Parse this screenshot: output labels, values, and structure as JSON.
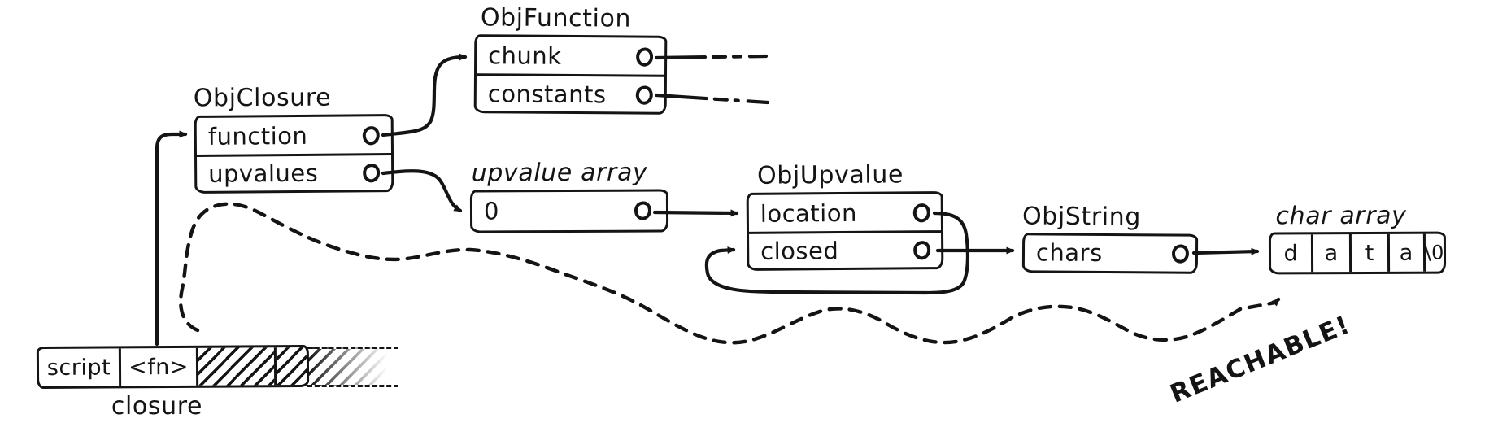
{
  "colors": {
    "ink": "#141414",
    "paper": "#ffffff"
  },
  "boxes": {
    "obj_closure": {
      "title": "ObjClosure",
      "fields": [
        "function",
        "upvalues"
      ]
    },
    "obj_function": {
      "title": "ObjFunction",
      "fields": [
        "chunk",
        "constants"
      ]
    },
    "upvalue_array": {
      "title": "upvalue array",
      "fields": [
        "0"
      ]
    },
    "obj_upvalue": {
      "title": "ObjUpvalue",
      "fields": [
        "location",
        "closed"
      ]
    },
    "obj_string": {
      "title": "ObjString",
      "fields": [
        "chars"
      ]
    },
    "char_array": {
      "title": "char array",
      "cells": [
        "d",
        "a",
        "t",
        "a",
        "\\0"
      ]
    }
  },
  "stack": {
    "cells": [
      "script",
      "<fn>"
    ],
    "label": "closure"
  },
  "annotations": {
    "reachable": "REACHABLE!"
  },
  "edges": [
    {
      "from": "stack:<fn>",
      "to": "ObjClosure",
      "style": "solid"
    },
    {
      "from": "ObjClosure.function",
      "to": "ObjFunction",
      "style": "solid"
    },
    {
      "from": "ObjClosure.upvalues",
      "to": "upvalue array",
      "style": "solid"
    },
    {
      "from": "upvalue array[0]",
      "to": "ObjUpvalue",
      "style": "solid"
    },
    {
      "from": "ObjUpvalue.location",
      "to": "ObjUpvalue.closed",
      "style": "solid"
    },
    {
      "from": "ObjUpvalue.closed",
      "to": "ObjString",
      "style": "solid"
    },
    {
      "from": "ObjString.chars",
      "to": "char array",
      "style": "solid"
    },
    {
      "from": "ObjFunction.chunk",
      "to": null,
      "style": "dash-stub"
    },
    {
      "from": "ObjFunction.constants",
      "to": null,
      "style": "dash-stub"
    },
    {
      "from": "stack",
      "to": "char array",
      "style": "dashed-wavy",
      "label": "REACHABLE!"
    }
  ]
}
